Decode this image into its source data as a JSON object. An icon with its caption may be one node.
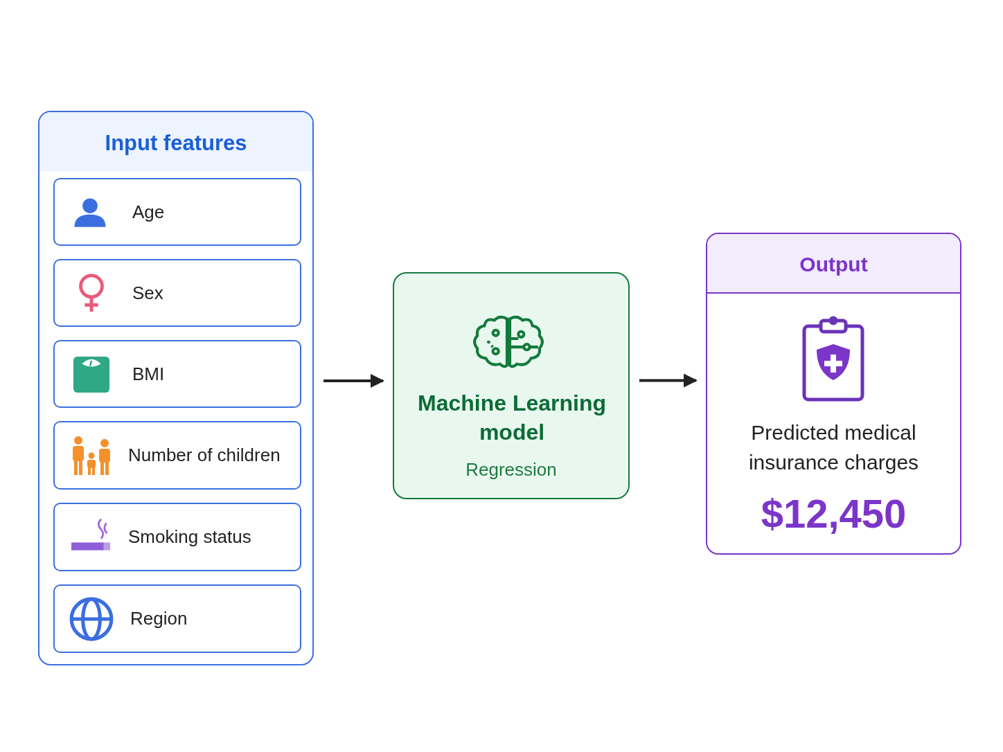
{
  "diagram": {
    "nodes": [
      {
        "text": [
          "Input features"
        ]
      },
      {
        "text": [
          "Age"
        ],
        "in": 0
      },
      {
        "text": [
          "Sex"
        ],
        "in": 0
      },
      {
        "text": [
          "BMI"
        ],
        "in": 0
      },
      {
        "text": [
          "Number of children"
        ],
        "in": 0
      },
      {
        "text": [
          "Smoking status"
        ],
        "in": 0
      },
      {
        "text": [
          "Region"
        ],
        "in": 0
      },
      {
        "text": [
          "Machine Learning model",
          "Regression"
        ]
      },
      {
        "text": [
          "Output",
          "Predicted medical insurance charges",
          "$12,450"
        ]
      }
    ],
    "edges": [
      {
        "from": 0,
        "to": 7,
        "arrow": "to"
      },
      {
        "from": 7,
        "to": 8,
        "arrow": "to"
      }
    ]
  }
}
